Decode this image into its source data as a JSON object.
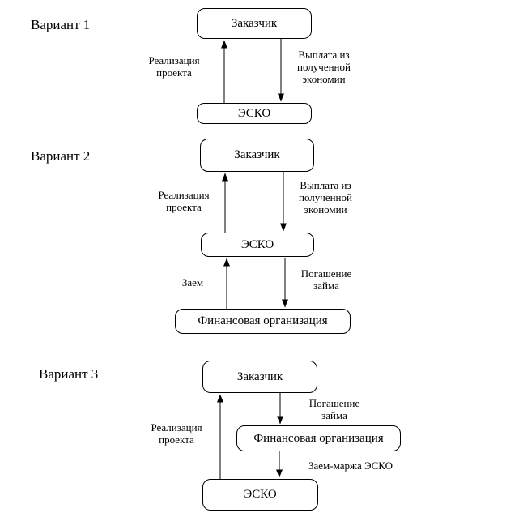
{
  "colors": {
    "ink": "#000000",
    "paper": "#ffffff"
  },
  "diagram": {
    "variants": [
      {
        "label": "Вариант 1",
        "nodes": {
          "customer": "Заказчик",
          "esco": "ЭСКО"
        },
        "edges": {
          "realization": "Реализация\nпроекта",
          "payment": "Выплата из\nполученной\nэкономии"
        }
      },
      {
        "label": "Вариант 2",
        "nodes": {
          "customer": "Заказчик",
          "esco": "ЭСКО",
          "finance": "Финансовая организация"
        },
        "edges": {
          "realization": "Реализация\nпроекта",
          "payment": "Выплата из\nполученной\nэкономии",
          "loan": "Заем",
          "repayment": "Погашение\nзайма"
        }
      },
      {
        "label": "Вариант 3",
        "nodes": {
          "customer": "Заказчик",
          "finance": "Финансовая организация",
          "esco": "ЭСКО"
        },
        "edges": {
          "realization": "Реализация\nпроекта",
          "repayment": "Погашение\nзайма",
          "loan_margin": "Заем-маржа ЭСКО"
        }
      }
    ]
  }
}
